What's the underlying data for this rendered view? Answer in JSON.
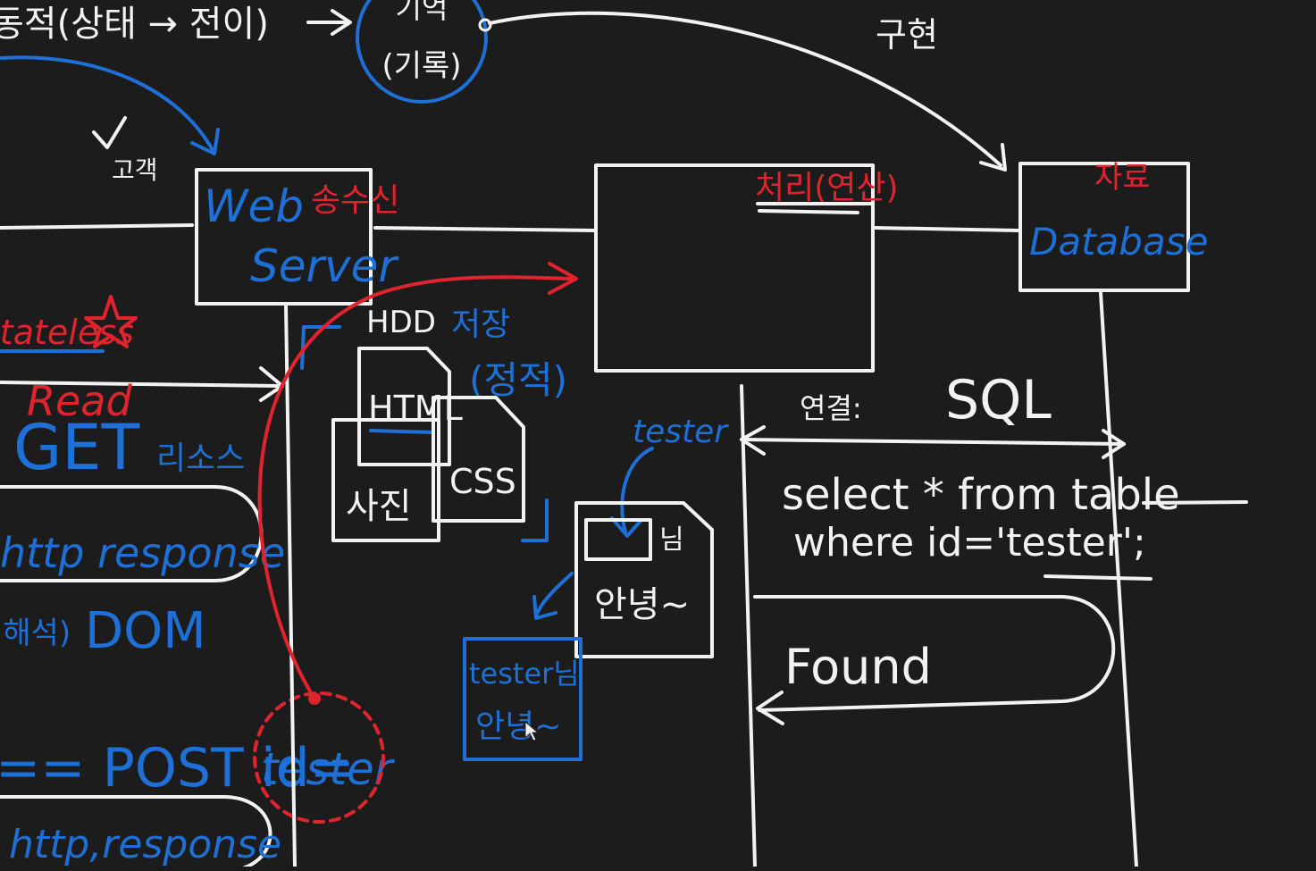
{
  "colors": {
    "board": "#1c1c1c",
    "chalk_white": "#f2f2f2",
    "chalk_blue": "#1e6fd6",
    "chalk_red": "#e0242e"
  },
  "labels": {
    "top_left": "동적(상태 → 전이)",
    "memory": "기억",
    "memory_sub": "(기록)",
    "top_right": "구현",
    "check_note": "고객",
    "web_server_1": "Web",
    "web_server_2": "Server",
    "web_server_note": "송수신",
    "process_note": "처리(연산)",
    "db_note": "자료",
    "database": "Database",
    "stateless": "stateless",
    "read": "Read",
    "get": "GET",
    "get_note": "리소스",
    "http_response_1": "http response",
    "dom_prefix": "(해석)",
    "dom": "DOM",
    "post": "== POST id=",
    "post_value": "tester",
    "http_response_2": "http,response",
    "hdd": "HDD",
    "hdd_note": "저장",
    "static_note": "(정적)",
    "html": "HTML",
    "css": "CSS",
    "photo": "사진",
    "tester_label": "tester",
    "doc_suffix": "님",
    "greeting": "안녕~",
    "result_line1": "tester님",
    "result_line2": "안녕~",
    "connect": "연결:",
    "sql": "SQL",
    "query_line1": "select * from table",
    "query_line2": "where id='tester';",
    "found": "Found"
  }
}
